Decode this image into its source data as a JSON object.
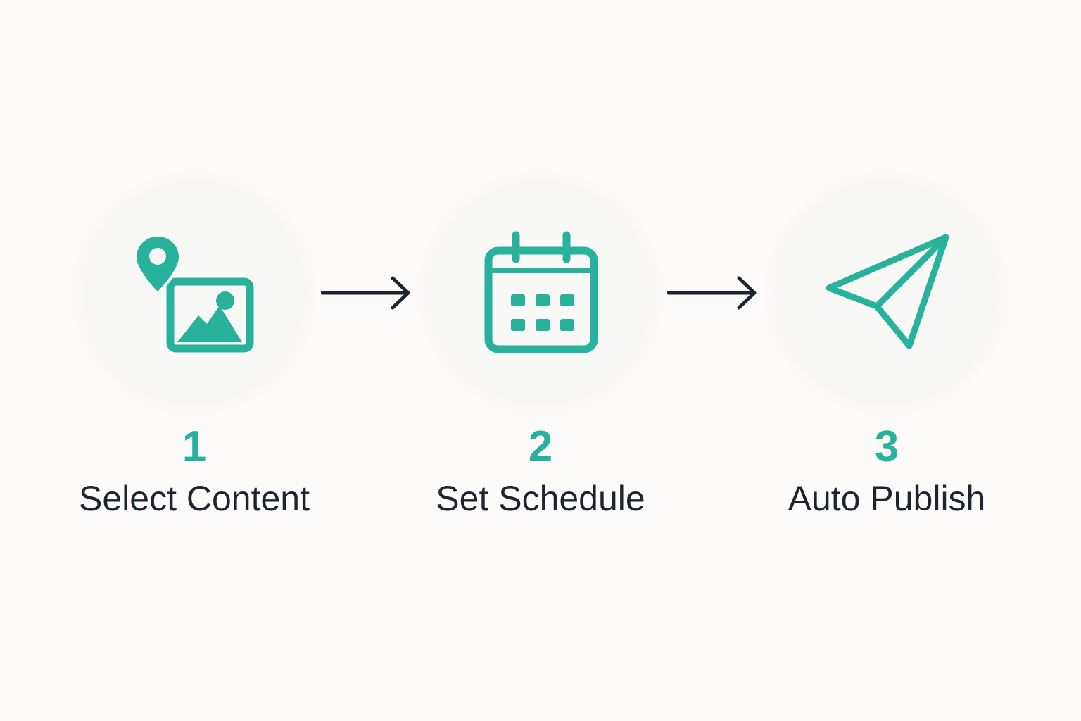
{
  "colors": {
    "accent": "#28b29b",
    "text": "#1c2430",
    "arrow": "#1c2430",
    "background": "#fcfbf9"
  },
  "steps": [
    {
      "number": "1",
      "label": "Select Content",
      "icon": "image-location-icon"
    },
    {
      "number": "2",
      "label": "Set Schedule",
      "icon": "calendar-icon"
    },
    {
      "number": "3",
      "label": "Auto Publish",
      "icon": "paper-plane-icon"
    }
  ],
  "connectors": [
    {
      "from": "1",
      "to": "2",
      "icon": "arrow-right-icon"
    },
    {
      "from": "2",
      "to": "3",
      "icon": "arrow-right-icon"
    }
  ]
}
